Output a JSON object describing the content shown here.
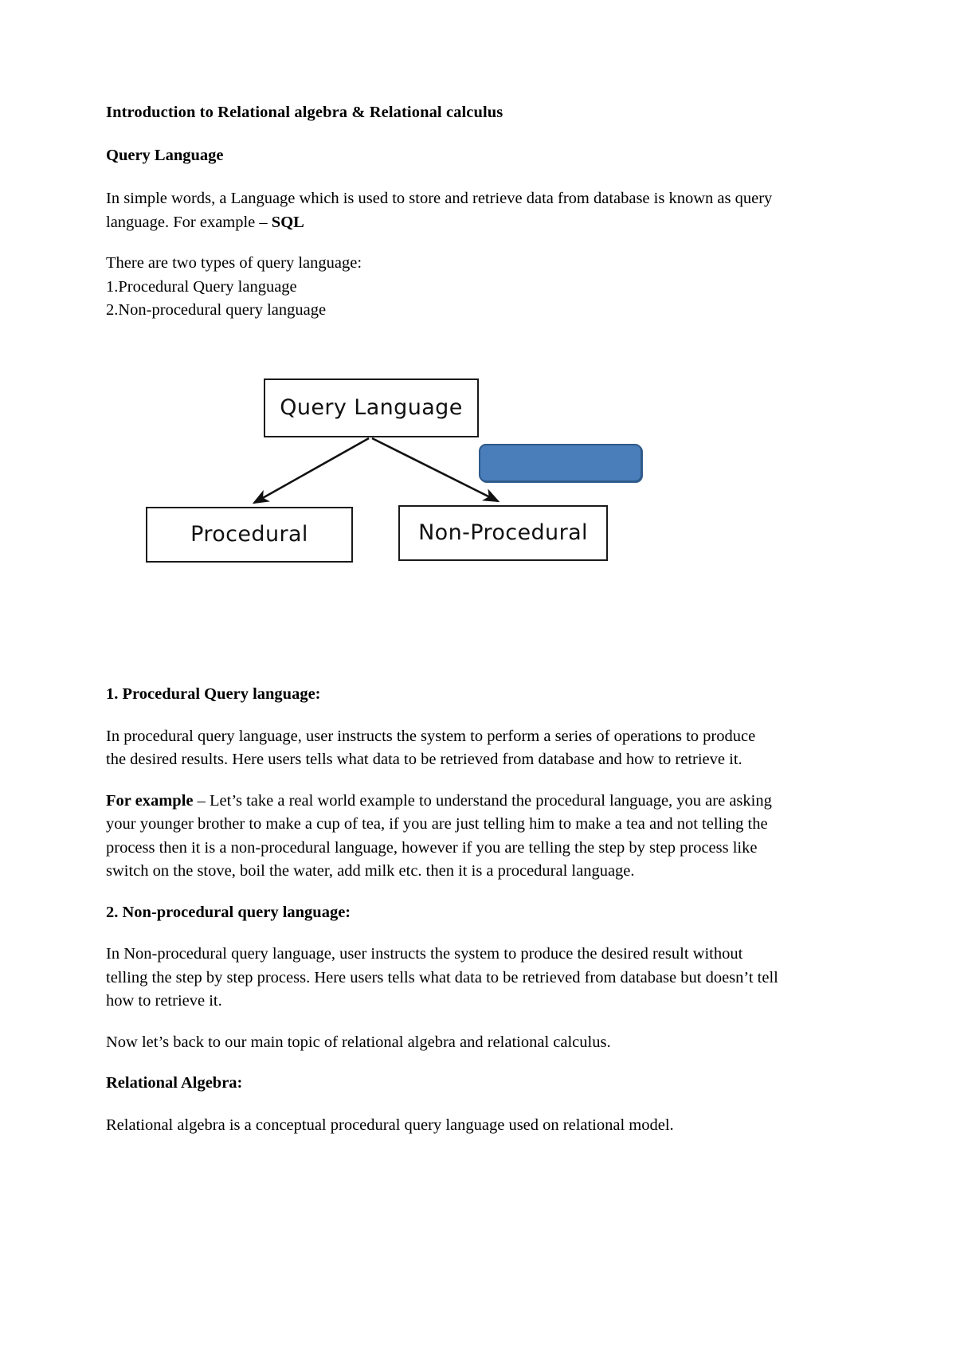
{
  "document": {
    "title": "Introduction to Relational algebra & Relational calculus",
    "subheading": "Query Language",
    "intro_paragraph": "In simple words, a Language which is used to store and retrieve data from database is known as query language. For example – ",
    "intro_paragraph_bold_tail": "SQL",
    "types_intro": "There are two types of query language:",
    "types_list": [
      "1.Procedural Query language",
      "2.Non-procedural query language"
    ],
    "sections": [
      {
        "heading": "1. Procedural Query language:",
        "paragraphs": [
          "In procedural query language, user instructs the system to perform a series of operations to produce the desired results. Here users tells what data to be retrieved from database and how to retrieve it."
        ]
      },
      {
        "heading": "2. Non-procedural query language:",
        "paragraphs": [
          "In Non-procedural query language, user instructs the system to produce the desired result without telling the step by step process. Here users tells what data to be retrieved from database but doesn’t tell how to retrieve it."
        ]
      }
    ],
    "example_paragraph": {
      "lead": "For example",
      "body": " – Let’s take a real world example to understand the procedural language, you are asking your younger brother to make a cup of tea, if you are just telling him to make a tea and not telling the process then it is a non-procedural language, however if you are telling the step by step process like switch on the stove, boil the water, add milk etc. then it is a procedural language."
    },
    "closing_paragraph": "Now let’s back to our main topic of relational algebra and relational calculus.",
    "relational_algebra_heading": "Relational Algebra:",
    "relational_algebra_paragraph": "Relational algebra is a conceptual procedural query language used on relational model."
  },
  "diagram": {
    "root_label": "Query Language",
    "left_label": "Procedural",
    "right_label": "Non-Procedural",
    "blue_shape_label": "",
    "colors": {
      "blue_fill": "#4a7ebb",
      "blue_border": "#2f5a8a",
      "box_border": "#1a1a1a",
      "box_fill": "#ffffff"
    }
  }
}
